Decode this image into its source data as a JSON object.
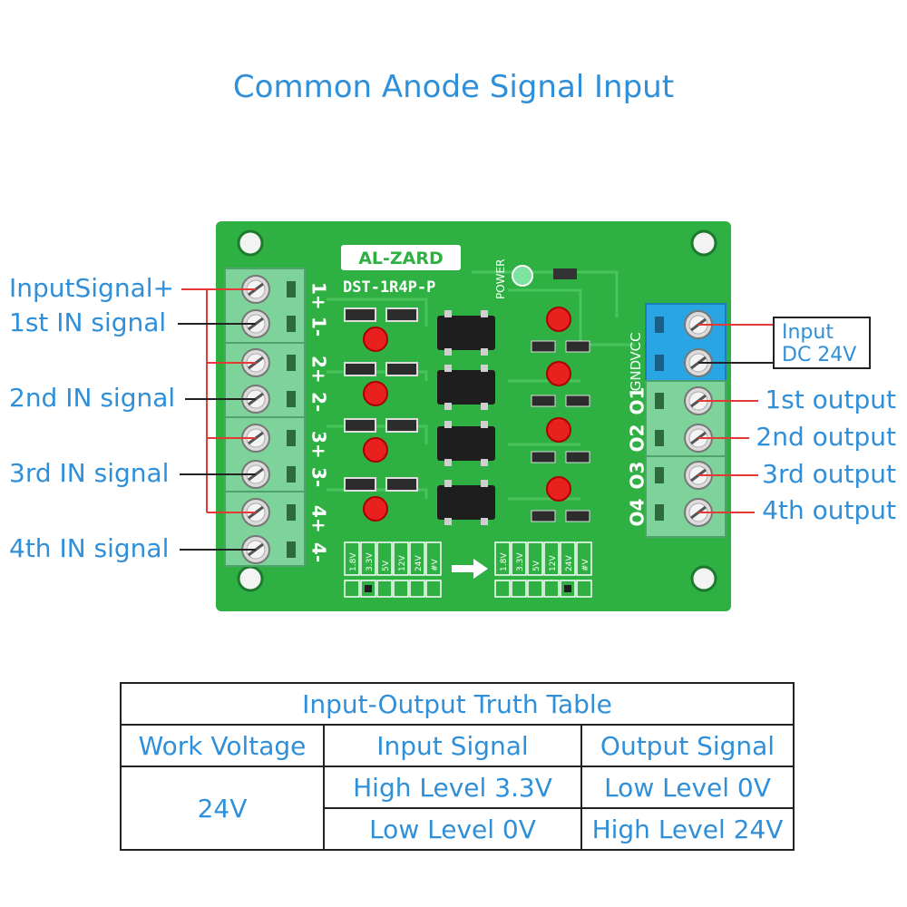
{
  "title": "Common Anode Signal Input",
  "board": {
    "brand": "AL-ZARD",
    "model": "DST-1R4P-P",
    "power_label": "POWER",
    "input_pins": [
      "1+",
      "1-",
      "2+",
      "2-",
      "3+",
      "3-",
      "4+",
      "4-"
    ],
    "power_pins": [
      "VCC",
      "GND"
    ],
    "output_pins": [
      "O1",
      "O2",
      "O3",
      "O4"
    ],
    "voltage_options": [
      "1.8V",
      "3.3V",
      "5V",
      "12V",
      "24V",
      "#V"
    ],
    "input_voltage_selected": "3.3V",
    "output_voltage_selected": "24V"
  },
  "labels": {
    "left": [
      "InputSignal+",
      "1st IN signal",
      "2nd IN signal",
      "3rd IN signal",
      "4th IN signal"
    ],
    "power_box": [
      "Input",
      "DC 24V"
    ],
    "right": [
      "1st output",
      "2nd output",
      "3rd output",
      "4th output"
    ]
  },
  "truth_table": {
    "title": "Input-Output Truth Table",
    "headers": [
      "Work Voltage",
      "Input Signal",
      "Output Signal"
    ],
    "voltage": "24V",
    "rows": [
      {
        "input": "High Level 3.3V",
        "output": "Low Level 0V"
      },
      {
        "input": "Low Level 0V",
        "output": "High Level 24V"
      }
    ]
  },
  "colors": {
    "pcb": "#2fb043",
    "terminal_green": "#7ed39a",
    "terminal_blue": "#2aa5e3",
    "label_blue": "#2f8fd8",
    "line_red": "#e53935",
    "line_dark": "#222222"
  }
}
